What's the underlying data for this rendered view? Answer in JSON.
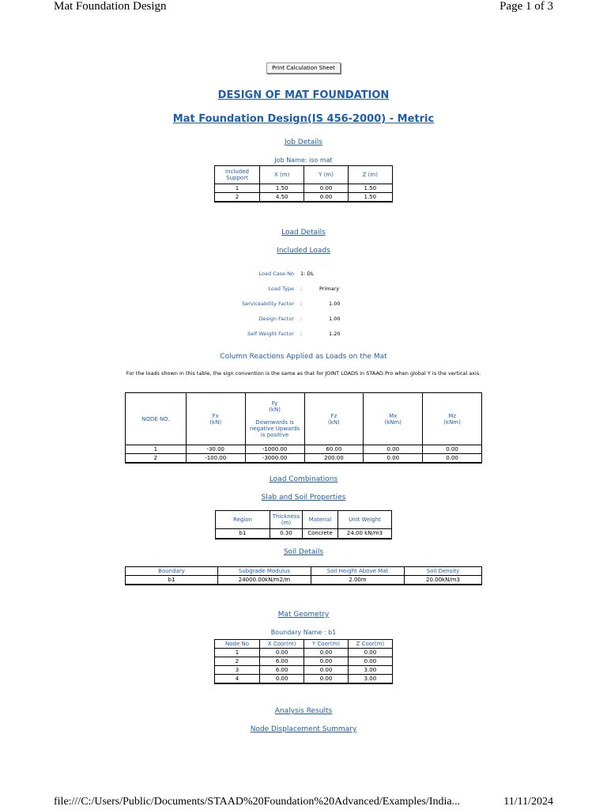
{
  "header": {
    "left": "Mat Foundation Design",
    "right": "Page 1 of 3"
  },
  "footer": {
    "left": "file:///C:/Users/Public/Documents/STAAD%20Foundation%20Advanced/Examples/India...",
    "right": "11/11/2024"
  },
  "print_button": "Print Calculation Sheet",
  "title": "DESIGN OF MAT FOUNDATION",
  "subtitle": "Mat Foundation Design(IS 456-2000) - Metric",
  "job_details": {
    "heading": "Job Details",
    "job_name": "Job Name: iso mat",
    "columns": [
      "Included Support",
      "X (m)",
      "Y (m)",
      "Z (m)"
    ],
    "rows": [
      [
        "1",
        "1.50",
        "0.00",
        "1.50"
      ],
      [
        "2",
        "4.50",
        "0.00",
        "1.50"
      ]
    ]
  },
  "load_details": {
    "heading": "Load Details",
    "included_loads": "Included Loads",
    "fields": [
      {
        "label": "Load Case No",
        "sep": "1: DL",
        "value": ""
      },
      {
        "label": "Load Type",
        "sep": ":",
        "value": "Primary"
      },
      {
        "label": "Serviceability Factor",
        "sep": ":",
        "value": "1.00"
      },
      {
        "label": "Design Factor",
        "sep": ":",
        "value": "1.00"
      },
      {
        "label": "Self Weight Factor",
        "sep": ":",
        "value": "1.20"
      }
    ]
  },
  "column_reactions": {
    "heading": "Column Reactions Applied as Loads on the Mat",
    "note": "For the loads shown in this table, the sign convention is the same as that for JOINT LOADS in STAAD.Pro when global Y is the vertical axis.",
    "columns": [
      "NODE NO.",
      "Fx (kN)",
      "Fy (kN) Downwards is negative Upwards is positive",
      "Fz (kN)",
      "Mx (kNm)",
      "Mz (kNm)"
    ],
    "rows": [
      [
        "1",
        "-30.00",
        "-1000.00",
        "60.00",
        "0.00",
        "0.00"
      ],
      [
        "2",
        "-100.00",
        "-3000.00",
        "200.00",
        "0.00",
        "0.00"
      ]
    ]
  },
  "load_combinations": "Load Combinations",
  "slab_soil": {
    "heading": "Slab and Soil Properties",
    "columns": [
      "Region",
      "Thickness (m)",
      "Material",
      "Unit Weight"
    ],
    "rows": [
      [
        "b1",
        "0.30",
        "Concrete",
        "24.00 kN/m3"
      ]
    ]
  },
  "soil_details": {
    "heading": "Soil Details",
    "columns": [
      "Boundary",
      "Subgrade Modulus",
      "Soil Height Above Mat",
      "Soil Density"
    ],
    "rows": [
      [
        "b1",
        "24000.00kN/m2/m",
        "2.00m",
        "20.00kN/m3"
      ]
    ]
  },
  "mat_geometry": {
    "heading": "Mat Geometry",
    "boundary_name": "Boundary Name : b1",
    "columns": [
      "Node No",
      "X Coor(m)",
      "Y Coor(m)",
      "Z Coor(m)"
    ],
    "rows": [
      [
        "1",
        "0.00",
        "0.00",
        "0.00"
      ],
      [
        "2",
        "6.00",
        "0.00",
        "0.00"
      ],
      [
        "3",
        "6.00",
        "0.00",
        "3.00"
      ],
      [
        "4",
        "0.00",
        "0.00",
        "3.00"
      ]
    ]
  },
  "analysis_results": "Analysis Results",
  "node_displacement": "Node Displacement Summary"
}
